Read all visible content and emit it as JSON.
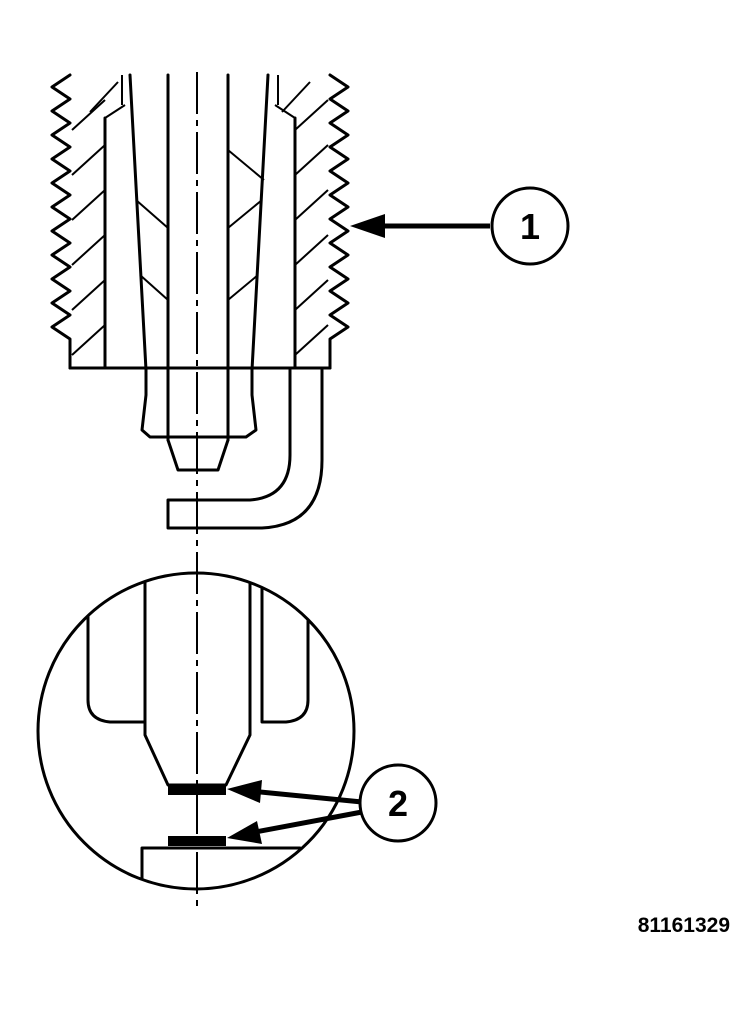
{
  "callouts": [
    {
      "id": "callout-1",
      "label": "1"
    },
    {
      "id": "callout-2",
      "label": "2"
    }
  ],
  "figure_id": "81161329"
}
